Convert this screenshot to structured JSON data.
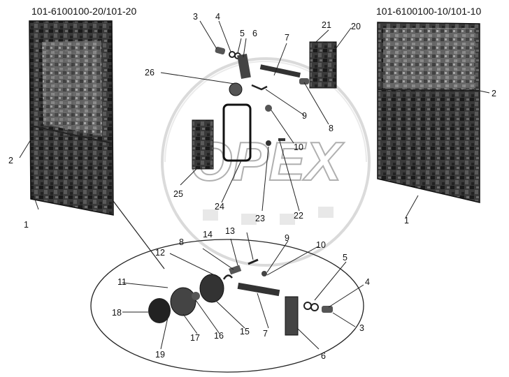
{
  "diagram": {
    "code_left": "101-6100100-20/101-20",
    "code_right": "101-6100100-10/101-10",
    "watermark": "OPEX",
    "callouts": {
      "c1": "1",
      "c2": "2",
      "c3": "3",
      "c4": "4",
      "c5": "5",
      "c6": "6",
      "c7": "7",
      "c8": "8",
      "c9": "9",
      "c10": "10",
      "c11": "11",
      "c12": "12",
      "c13": "13",
      "c14": "14",
      "c15": "15",
      "c16": "16",
      "c17": "17",
      "c18": "18",
      "c19": "19",
      "c20": "20",
      "c21": "21",
      "c22": "22",
      "c23": "23",
      "c24": "24",
      "c25": "25",
      "c26": "26"
    }
  }
}
